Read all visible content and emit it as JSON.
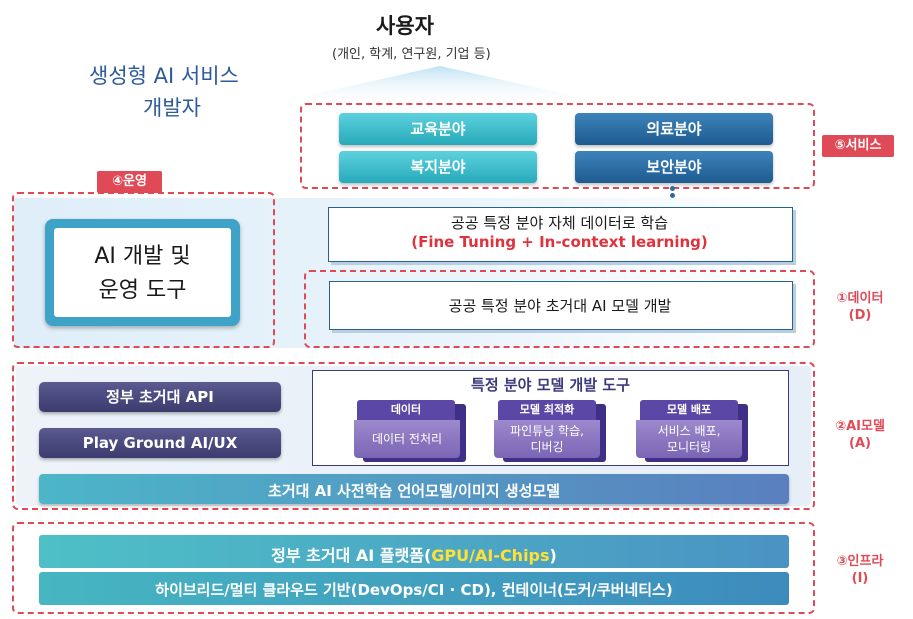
{
  "top": {
    "user_title": "사용자",
    "user_subtitle": "(개인, 학계, 연구원, 기업 등)",
    "developer_line1": "생성형 AI 서비스",
    "developer_line2": "개발자"
  },
  "services": {
    "tag": "⑤서비스",
    "education": "교육분야",
    "medical": "의료분야",
    "welfare": "복지분야",
    "security": "보안분야"
  },
  "operation": {
    "tag": "④운영",
    "tool_line1": "AI 개발 및",
    "tool_line2": "운영 도구"
  },
  "data_layer": {
    "finetune_line1": "공공 특정 분야 자체 데이터로 학습",
    "finetune_line2": "(Fine Tuning + In-context learning)",
    "model_dev": "공공 특정 분야 초거대 AI  모델 개발",
    "label_line1": "①데이터",
    "label_line2": "(D)"
  },
  "ai_model": {
    "gov_api": "정부 초거대 API",
    "playground": "Play Ground AI/UX",
    "tools_title": "특정 분야 모델 개발 도구",
    "tools": [
      {
        "head": "데이터",
        "body": [
          "데이터 전처리"
        ]
      },
      {
        "head": "모델 최적화",
        "body": [
          "파인튜닝 학습,",
          "디버깅"
        ]
      },
      {
        "head": "모델 배포",
        "body": [
          "서비스 배포,",
          "모니터링"
        ]
      }
    ],
    "pretrained": "초거대 AI 사전학습 언어모델/이미지 생성모델",
    "label_line1": "②AI모델",
    "label_line2": "(A)"
  },
  "infra": {
    "platform_prefix": "정부 초거대 AI 플랫폼(",
    "platform_highlight": "GPU/AI-Chips",
    "platform_suffix": ")",
    "cloud": "하이브리드/멀티 클라우드 기반(DevOps/CI · CD), 컨테이너(도커/쿠버네티스)",
    "label_line1": "③인프라",
    "label_line2": "(I)"
  },
  "colors": {
    "dashed_red": "#e04a57",
    "highlight_yellow": "#ffe135",
    "finetune_red": "#e0323c",
    "title_blue": "#2d5a9a"
  }
}
